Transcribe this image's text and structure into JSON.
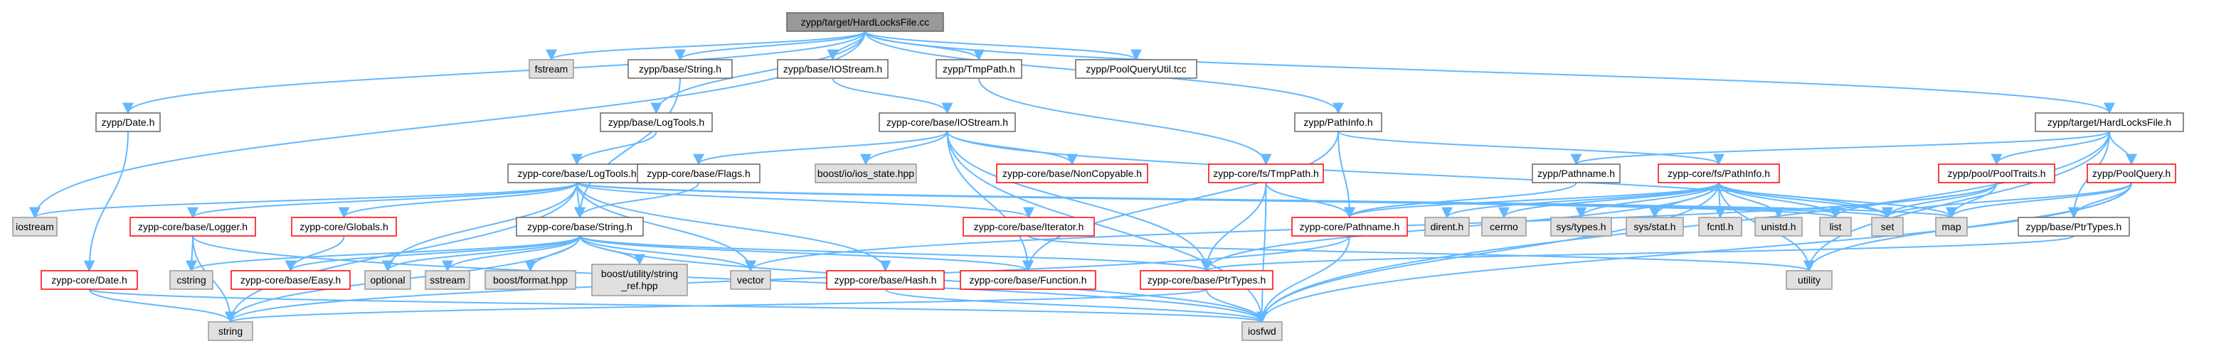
{
  "colors": {
    "edge": "#63b8ff",
    "root_fill": "#999999",
    "root_stroke": "#666666",
    "plain_fill": "#ffffff",
    "plain_stroke": "#666666",
    "red_fill": "#ffffff",
    "red_stroke": "#ff0000",
    "ext_fill": "#e0e0e0",
    "ext_stroke": "#999999",
    "text": "#000000"
  },
  "nodes": [
    {
      "id": "root",
      "label": "zypp/target/HardLocksFile.cc",
      "kind": "root"
    },
    {
      "id": "fstream",
      "label": "fstream",
      "kind": "ext"
    },
    {
      "id": "zypp_base_string_h",
      "label": "zypp/base/String.h",
      "kind": "plain"
    },
    {
      "id": "zypp_base_iostream_h",
      "label": "zypp/base/IOStream.h",
      "kind": "plain"
    },
    {
      "id": "zypp_tmppath_h",
      "label": "zypp/TmpPath.h",
      "kind": "plain"
    },
    {
      "id": "zypp_poolqueryutil_tcc",
      "label": "zypp/PoolQueryUtil.tcc",
      "kind": "plain"
    },
    {
      "id": "zypp_date_h",
      "label": "zypp/Date.h",
      "kind": "plain"
    },
    {
      "id": "zypp_base_logtools_h",
      "label": "zypp/base/LogTools.h",
      "kind": "plain"
    },
    {
      "id": "zypp_core_base_iostream_h",
      "label": "zypp-core/base/IOStream.h",
      "kind": "plain"
    },
    {
      "id": "zypp_pathinfo_h",
      "label": "zypp/PathInfo.h",
      "kind": "plain"
    },
    {
      "id": "zypp_target_hardlocksfile_h",
      "label": "zypp/target/HardLocksFile.h",
      "kind": "plain"
    },
    {
      "id": "zypp_core_base_logtools_h",
      "label": "zypp-core/base/LogTools.h",
      "kind": "plain"
    },
    {
      "id": "zypp_core_base_flags_h",
      "label": "zypp-core/base/Flags.h",
      "kind": "plain"
    },
    {
      "id": "boost_io_ios_state_hpp",
      "label": "boost/io/ios_state.hpp",
      "kind": "ext"
    },
    {
      "id": "zypp_core_base_noncopyable_h",
      "label": "zypp-core/base/NonCopyable.h",
      "kind": "red"
    },
    {
      "id": "zypp_core_fs_tmppath_h",
      "label": "zypp-core/fs/TmpPath.h",
      "kind": "red"
    },
    {
      "id": "zypp_pathname_h",
      "label": "zypp/Pathname.h",
      "kind": "plain"
    },
    {
      "id": "zypp_core_fs_pathinfo_h",
      "label": "zypp-core/fs/PathInfo.h",
      "kind": "red"
    },
    {
      "id": "zypp_pool_pooltraits_h",
      "label": "zypp/pool/PoolTraits.h",
      "kind": "red"
    },
    {
      "id": "zypp_poolquery_h",
      "label": "zypp/PoolQuery.h",
      "kind": "red"
    },
    {
      "id": "iostream",
      "label": "iostream",
      "kind": "ext"
    },
    {
      "id": "zypp_core_base_logger_h",
      "label": "zypp-core/base/Logger.h",
      "kind": "red"
    },
    {
      "id": "zypp_core_globals_h",
      "label": "zypp-core/Globals.h",
      "kind": "red"
    },
    {
      "id": "zypp_core_base_string_h",
      "label": "zypp-core/base/String.h",
      "kind": "plain"
    },
    {
      "id": "zypp_core_base_iterator_h",
      "label": "zypp-core/base/Iterator.h",
      "kind": "red"
    },
    {
      "id": "zypp_core_pathname_h",
      "label": "zypp-core/Pathname.h",
      "kind": "red"
    },
    {
      "id": "dirent_h",
      "label": "dirent.h",
      "kind": "ext"
    },
    {
      "id": "cerrno",
      "label": "cerrno",
      "kind": "ext"
    },
    {
      "id": "sys_types_h",
      "label": "sys/types.h",
      "kind": "ext"
    },
    {
      "id": "sys_stat_h",
      "label": "sys/stat.h",
      "kind": "ext"
    },
    {
      "id": "fcntl_h",
      "label": "fcntl.h",
      "kind": "ext"
    },
    {
      "id": "unistd_h",
      "label": "unistd.h",
      "kind": "ext"
    },
    {
      "id": "list",
      "label": "list",
      "kind": "ext"
    },
    {
      "id": "set",
      "label": "set",
      "kind": "ext"
    },
    {
      "id": "map",
      "label": "map",
      "kind": "ext"
    },
    {
      "id": "zypp_base_ptrtypes_h",
      "label": "zypp/base/PtrTypes.h",
      "kind": "plain"
    },
    {
      "id": "zypp_core_date_h",
      "label": "zypp-core/Date.h",
      "kind": "red"
    },
    {
      "id": "cstring",
      "label": "cstring",
      "kind": "ext"
    },
    {
      "id": "zypp_core_base_easy_h",
      "label": "zypp-core/base/Easy.h",
      "kind": "red"
    },
    {
      "id": "optional",
      "label": "optional",
      "kind": "ext"
    },
    {
      "id": "sstream",
      "label": "sstream",
      "kind": "ext"
    },
    {
      "id": "boost_format_hpp",
      "label": "boost/format.hpp",
      "kind": "ext"
    },
    {
      "id": "boost_utility_string_ref_hpp",
      "label": "boost/utility/string_ref.hpp",
      "kind": "ext",
      "lines": [
        "boost/utility/string",
        "_ref.hpp"
      ]
    },
    {
      "id": "vector",
      "label": "vector",
      "kind": "ext"
    },
    {
      "id": "zypp_core_base_hash_h",
      "label": "zypp-core/base/Hash.h",
      "kind": "red"
    },
    {
      "id": "zypp_core_base_function_h",
      "label": "zypp-core/base/Function.h",
      "kind": "red"
    },
    {
      "id": "zypp_core_base_ptrtypes_h",
      "label": "zypp-core/base/PtrTypes.h",
      "kind": "red"
    },
    {
      "id": "utility",
      "label": "utility",
      "kind": "ext"
    },
    {
      "id": "string",
      "label": "string",
      "kind": "ext"
    },
    {
      "id": "iosfwd",
      "label": "iosfwd",
      "kind": "ext"
    }
  ],
  "edges": [
    [
      "root",
      "fstream"
    ],
    [
      "root",
      "zypp_base_string_h"
    ],
    [
      "root",
      "zypp_base_iostream_h"
    ],
    [
      "root",
      "zypp_tmppath_h"
    ],
    [
      "root",
      "zypp_poolqueryutil_tcc"
    ],
    [
      "root",
      "zypp_date_h"
    ],
    [
      "root",
      "zypp_base_logtools_h"
    ],
    [
      "root",
      "zypp_pathinfo_h"
    ],
    [
      "root",
      "zypp_target_hardlocksfile_h"
    ],
    [
      "root",
      "iostream"
    ],
    [
      "zypp_base_string_h",
      "zypp_core_base_string_h"
    ],
    [
      "zypp_base_iostream_h",
      "zypp_core_base_iostream_h"
    ],
    [
      "zypp_tmppath_h",
      "zypp_core_fs_tmppath_h"
    ],
    [
      "zypp_date_h",
      "zypp_core_date_h"
    ],
    [
      "zypp_base_logtools_h",
      "zypp_core_base_logtools_h"
    ],
    [
      "zypp_core_base_iostream_h",
      "zypp_core_base_flags_h"
    ],
    [
      "zypp_core_base_iostream_h",
      "boost_io_ios_state_hpp"
    ],
    [
      "zypp_core_base_iostream_h",
      "zypp_core_base_noncopyable_h"
    ],
    [
      "zypp_core_base_iostream_h",
      "zypp_core_base_ptrtypes_h"
    ],
    [
      "zypp_core_base_iostream_h",
      "zypp_core_base_function_h"
    ],
    [
      "zypp_core_base_iostream_h",
      "iosfwd"
    ],
    [
      "zypp_core_base_iostream_h",
      "set"
    ],
    [
      "zypp_pathinfo_h",
      "zypp_core_fs_pathinfo_h"
    ],
    [
      "zypp_pathinfo_h",
      "zypp_core_pathname_h"
    ],
    [
      "zypp_pathinfo_h",
      "zypp_core_base_function_h"
    ],
    [
      "zypp_target_hardlocksfile_h",
      "zypp_pathname_h"
    ],
    [
      "zypp_target_hardlocksfile_h",
      "zypp_pool_pooltraits_h"
    ],
    [
      "zypp_target_hardlocksfile_h",
      "zypp_poolquery_h"
    ],
    [
      "zypp_target_hardlocksfile_h",
      "zypp_base_ptrtypes_h"
    ],
    [
      "zypp_target_hardlocksfile_h",
      "utility"
    ],
    [
      "zypp_target_hardlocksfile_h",
      "iosfwd"
    ],
    [
      "zypp_core_base_logtools_h",
      "iostream"
    ],
    [
      "zypp_core_base_logtools_h",
      "zypp_core_base_logger_h"
    ],
    [
      "zypp_core_base_logtools_h",
      "zypp_core_globals_h"
    ],
    [
      "zypp_core_base_logtools_h",
      "zypp_core_base_string_h"
    ],
    [
      "zypp_core_base_logtools_h",
      "zypp_core_base_iterator_h"
    ],
    [
      "zypp_core_base_logtools_h",
      "optional"
    ],
    [
      "zypp_core_base_logtools_h",
      "vector"
    ],
    [
      "zypp_core_base_logtools_h",
      "list"
    ],
    [
      "zypp_core_base_logtools_h",
      "set"
    ],
    [
      "zypp_core_base_logtools_h",
      "map"
    ],
    [
      "zypp_core_base_logtools_h",
      "zypp_core_base_hash_h"
    ],
    [
      "zypp_core_base_logtools_h",
      "string"
    ],
    [
      "zypp_core_base_flags_h",
      "zypp_core_base_string_h"
    ],
    [
      "zypp_core_fs_tmppath_h",
      "zypp_core_pathname_h"
    ],
    [
      "zypp_core_fs_tmppath_h",
      "zypp_core_base_ptrtypes_h"
    ],
    [
      "zypp_core_fs_tmppath_h",
      "iosfwd"
    ],
    [
      "zypp_pathname_h",
      "zypp_core_pathname_h"
    ],
    [
      "zypp_core_fs_pathinfo_h",
      "zypp_core_pathname_h"
    ],
    [
      "zypp_core_fs_pathinfo_h",
      "dirent_h"
    ],
    [
      "zypp_core_fs_pathinfo_h",
      "cerrno"
    ],
    [
      "zypp_core_fs_pathinfo_h",
      "sys_types_h"
    ],
    [
      "zypp_core_fs_pathinfo_h",
      "sys_stat_h"
    ],
    [
      "zypp_core_fs_pathinfo_h",
      "fcntl_h"
    ],
    [
      "zypp_core_fs_pathinfo_h",
      "unistd_h"
    ],
    [
      "zypp_core_fs_pathinfo_h",
      "list"
    ],
    [
      "zypp_core_fs_pathinfo_h",
      "set"
    ],
    [
      "zypp_core_fs_pathinfo_h",
      "map"
    ],
    [
      "zypp_core_fs_pathinfo_h",
      "zypp_core_base_ptrtypes_h"
    ],
    [
      "zypp_core_fs_pathinfo_h",
      "iosfwd"
    ],
    [
      "zypp_core_fs_pathinfo_h",
      "utility"
    ],
    [
      "zypp_pool_pooltraits_h",
      "set"
    ],
    [
      "zypp_pool_pooltraits_h",
      "map"
    ],
    [
      "zypp_pool_pooltraits_h",
      "list"
    ],
    [
      "zypp_pool_pooltraits_h",
      "vector"
    ],
    [
      "zypp_poolquery_h",
      "zypp_base_ptrtypes_h"
    ],
    [
      "zypp_poolquery_h",
      "set"
    ],
    [
      "zypp_poolquery_h",
      "map"
    ],
    [
      "zypp_poolquery_h",
      "utility"
    ],
    [
      "zypp_poolquery_h",
      "iosfwd"
    ],
    [
      "zypp_base_ptrtypes_h",
      "zypp_core_base_ptrtypes_h"
    ],
    [
      "zypp_core_base_logger_h",
      "cstring"
    ],
    [
      "zypp_core_base_logger_h",
      "iosfwd"
    ],
    [
      "zypp_core_base_logger_h",
      "string"
    ],
    [
      "zypp_core_globals_h",
      "zypp_core_base_easy_h"
    ],
    [
      "zypp_core_base_string_h",
      "cstring"
    ],
    [
      "zypp_core_base_string_h",
      "zypp_core_base_easy_h"
    ],
    [
      "zypp_core_base_string_h",
      "optional"
    ],
    [
      "zypp_core_base_string_h",
      "sstream"
    ],
    [
      "zypp_core_base_string_h",
      "boost_format_hpp"
    ],
    [
      "zypp_core_base_string_h",
      "boost_utility_string_ref_hpp"
    ],
    [
      "zypp_core_base_string_h",
      "vector"
    ],
    [
      "zypp_core_base_string_h",
      "zypp_core_base_function_h"
    ],
    [
      "zypp_core_base_string_h",
      "zypp_core_base_ptrtypes_h"
    ],
    [
      "zypp_core_base_string_h",
      "string"
    ],
    [
      "zypp_core_base_string_h",
      "iosfwd"
    ],
    [
      "zypp_core_base_iterator_h",
      "utility"
    ],
    [
      "zypp_core_pathname_h",
      "string"
    ],
    [
      "zypp_core_pathname_h",
      "iosfwd"
    ],
    [
      "zypp_core_date_h",
      "string"
    ],
    [
      "zypp_core_date_h",
      "iosfwd"
    ],
    [
      "zypp_core_base_hash_h",
      "iosfwd"
    ],
    [
      "zypp_core_base_ptrtypes_h",
      "string"
    ],
    [
      "zypp_core_base_ptrtypes_h",
      "iosfwd"
    ]
  ]
}
